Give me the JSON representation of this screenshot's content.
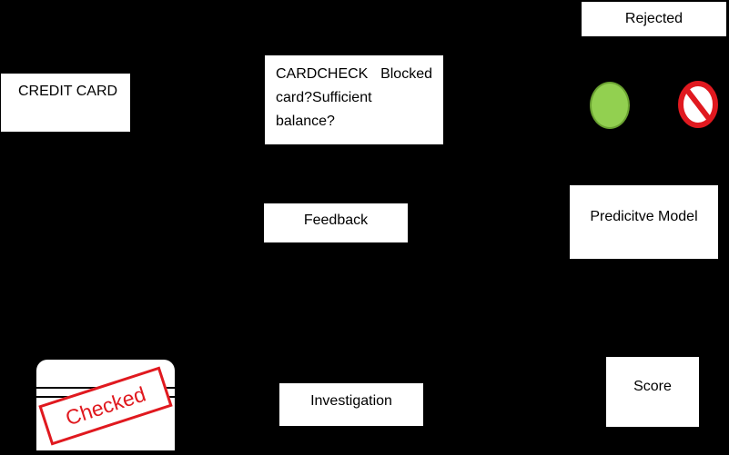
{
  "nodes": {
    "credit_card": "CREDIT CARD",
    "cardcheck_line1_a": "CARDCHECK",
    "cardcheck_line1_b": "Blocked",
    "cardcheck_line2": "card?Sufficient",
    "cardcheck_line3": "balance?",
    "feedback": "Feedback",
    "rejected": "Rejected",
    "predictive_model": "Predicitve Model",
    "investigation": "Investigation",
    "score": "Score"
  },
  "stamp": {
    "text": "Checked"
  },
  "icons": {
    "approve": "green-circle-icon",
    "reject": "no-entry-icon"
  },
  "colors": {
    "background": "#000000",
    "box": "#ffffff",
    "stamp_red": "#e0191f",
    "approve_green": "#92d050"
  }
}
